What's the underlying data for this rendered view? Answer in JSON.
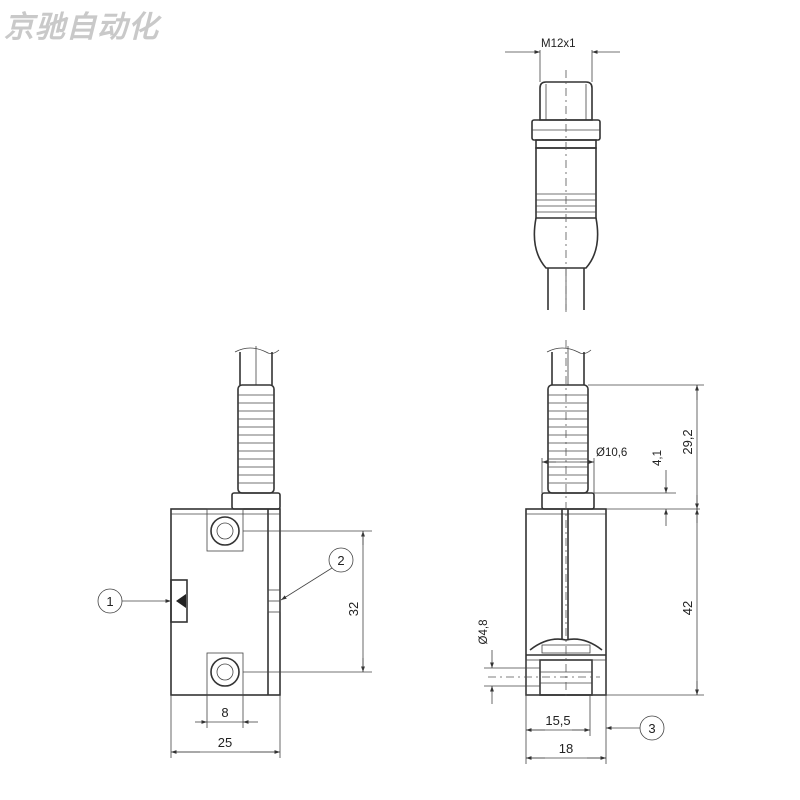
{
  "watermark": "京驰自动化",
  "connector": {
    "thread": "M12x1"
  },
  "front_view": {
    "callouts": [
      "1",
      "2"
    ],
    "dims": {
      "hole_spacing": "32",
      "hole_offset": "8",
      "width": "25"
    }
  },
  "side_view": {
    "callouts": [
      "3"
    ],
    "dims": {
      "cable_diameter": "Ø10,6",
      "cable_offset": "4,1",
      "cable_length": "29,2",
      "hole_diameter": "Ø4,8",
      "height": "42",
      "inner_width": "15,5",
      "depth": "18"
    }
  }
}
